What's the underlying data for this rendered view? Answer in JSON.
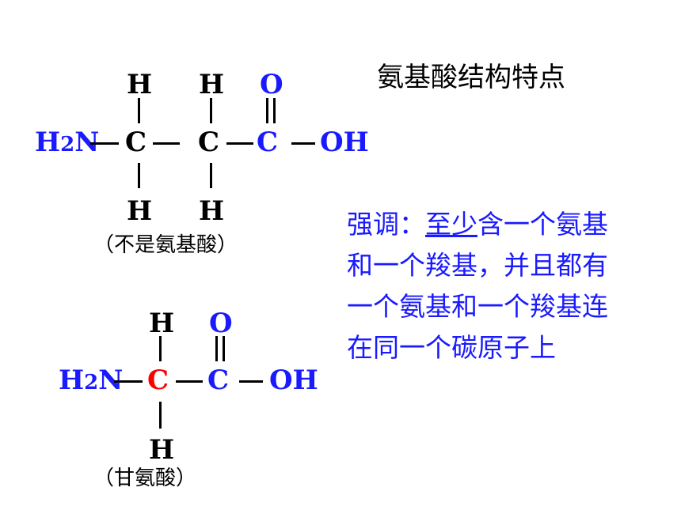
{
  "title": "氨基酸结构特点",
  "colors": {
    "black": "#000000",
    "blue": "#1a1aff",
    "red": "#ff0000"
  },
  "structure1": {
    "amine": "H2N",
    "h_top_1": "H",
    "h_top_2": "H",
    "o_top": "O",
    "c1": "C",
    "c2": "C",
    "c3": "C",
    "oh": "OH",
    "h_bot_1": "H",
    "h_bot_2": "H",
    "caption": "（不是氨基酸）"
  },
  "structure2": {
    "amine": "H2N",
    "h_top": "H",
    "o_top": "O",
    "c_alpha": "C",
    "c_carboxyl": "C",
    "oh": "OH",
    "h_bot": "H",
    "caption": "（甘氨酸）"
  },
  "note": {
    "prefix": "强调：",
    "emphasis": "至少",
    "rest": "含一个氨基和一个羧基，并且都有一个氨基和一个羧基连在同一个碳原子上"
  }
}
